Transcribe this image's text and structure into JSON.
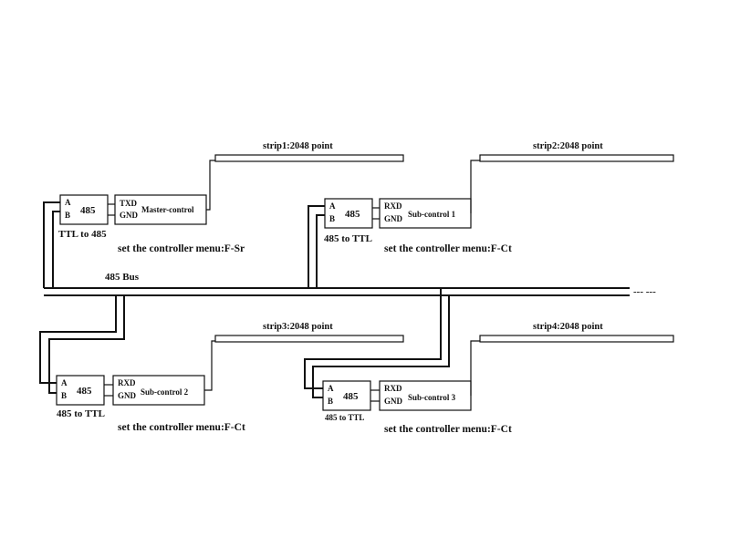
{
  "bus": {
    "label": "485 Bus",
    "continuation": "--- ---"
  },
  "master": {
    "pins_ab": [
      "A",
      "B"
    ],
    "chip": "485",
    "pins_txd_gnd": [
      "TXD",
      "GND"
    ],
    "name": "Master-control",
    "converter_label": "TTL to 485",
    "menu_text": "set the controller menu:F-Sr",
    "strip_label": "strip1:2048 point"
  },
  "sub1": {
    "pins_ab": [
      "A",
      "B"
    ],
    "chip": "485",
    "pins_rxd_gnd": [
      "RXD",
      "GND"
    ],
    "name": "Sub-control 1",
    "converter_label": "485 to TTL",
    "menu_text": "set the controller menu:F-Ct",
    "strip_label": "strip2:2048 point"
  },
  "sub2": {
    "pins_ab": [
      "A",
      "B"
    ],
    "chip": "485",
    "pins_rxd_gnd": [
      "RXD",
      "GND"
    ],
    "name": "Sub-control 2",
    "converter_label": "485 to TTL",
    "menu_text": "set the controller menu:F-Ct",
    "strip_label": "strip3:2048 point"
  },
  "sub3": {
    "pins_ab": [
      "A",
      "B"
    ],
    "chip": "485",
    "pins_rxd_gnd": [
      "RXD",
      "GND"
    ],
    "name": "Sub-control 3",
    "converter_label": "485 to TTL",
    "menu_text": "set the controller menu:F-Ct",
    "strip_label": "strip4:2048 point"
  }
}
